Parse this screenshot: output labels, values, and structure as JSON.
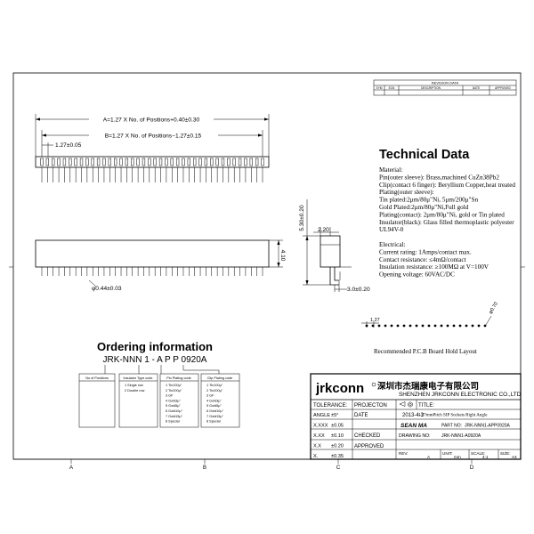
{
  "revision": {
    "title": "REVISION DATA",
    "headers": [
      "SYM",
      "ECN",
      "DESCRIPTION",
      "DATE",
      "APPROVED"
    ]
  },
  "drawing": {
    "dim_a": "A=1.27 X No. of Positions+0.40±0.30",
    "dim_b": "B=1.27 X No. of Positions−1.27±0.15",
    "dim_pitch": "1.27±0.05",
    "dim_pin": "φ0.44±0.03",
    "dim_height": "5.30±0.20",
    "dim_220": "2.20",
    "dim_410": "4.10",
    "dim_300": "3.0±0.20",
    "pcb_pitch": "1.27",
    "pcb_hole": "φ0.70",
    "pcb_caption": "Recommended P.C.B Board Hold Layout"
  },
  "technical": {
    "title": "Technical Data",
    "lines": [
      "Material:",
      "Pin(outer sleeve): Brass,machined CuZn38Pb2",
      "Clip(contact 6 finger): Beryllium Copper,heat treated",
      "Plating(outer sleeve):",
      "Tin plated:2μm/80μ\"Ni, 5μm/200μ\"Sn",
      "Gold Plated:2μm/80μ\"Ni,Full gold",
      "Plating(contact): 2μm/80μ\"Ni, gold or Tin plated",
      "Insulator(black): Glass filled thermoplastic polyester",
      "                        UL94V-0",
      "",
      "Electrical:",
      "Current rating: 1Amps/contact max.",
      "Contact resistance: ≤4mΩ/contact",
      "Insulation resistance: ≥100MΩ at V=100V",
      "Opening voltage: 60VAC/DC"
    ]
  },
  "ordering": {
    "title": "Ordering information",
    "code": "JRK-NNN 1 - A P P 0920A",
    "box1_title": "No of Positions",
    "box2_title": "Insulator Type code",
    "box2_items": [
      "1   Single row",
      "2   Double row"
    ],
    "box3_title": "Pin Plating code",
    "box3_items": [
      "1   Tin100μ\"",
      "2   Tin200μ\"",
      "3   GF",
      "4   Gold3μ\"",
      "5   Gold5μ\"",
      "6   Gold10μ\"",
      "7   Gold15μ\"",
      "8   Special"
    ],
    "box4_title": "Clip Plating code",
    "box4_items": [
      "1   Tin100μ\"",
      "2   Tin200μ\"",
      "3   GF",
      "4   Gold3μ\"",
      "5   Gold5μ\"",
      "6   Gold10μ\"",
      "7   Gold15μ\"",
      "8   Special"
    ]
  },
  "titleblock": {
    "logo": "jrkconn",
    "company_cn": "深圳市杰瑞康电子有限公司",
    "company_en": "SHENZHEN JRKCONN ELECTRONIC CO.,LTD",
    "tolerance": "TOLERANCE:",
    "tol_rows": [
      [
        "ANGLE",
        "±5°"
      ],
      [
        "X.XXX",
        "±0.05"
      ],
      [
        "X.XX",
        "±0.10"
      ],
      [
        "X.X",
        "±0.20"
      ],
      [
        "X.",
        "±0.35"
      ]
    ],
    "projection": "PROJECTON",
    "date_label": "DATE",
    "date": "2013-4-3",
    "drawn_by": "SEAN MA",
    "checked": "CHECKED",
    "approved": "APPROVED",
    "title_label": "TITLE:",
    "title_value": "1.27mmPitch SIP Sockets Right Angle",
    "part_no_label": "PART NO:",
    "part_no": "JRK-NNN1-APP0920A",
    "drawing_no_label": "DRAWING NO:",
    "drawing_no": "JRK-NNN1-A0920A",
    "rev_label": "REV:",
    "rev": "A",
    "unit_label": "UNIT:",
    "unit": "mm",
    "scale_label": "SCALE:",
    "scale": "4:1",
    "size_label": "SIZE:",
    "size": "A4"
  },
  "frame_letters": [
    "A",
    "B",
    "C",
    "D"
  ]
}
